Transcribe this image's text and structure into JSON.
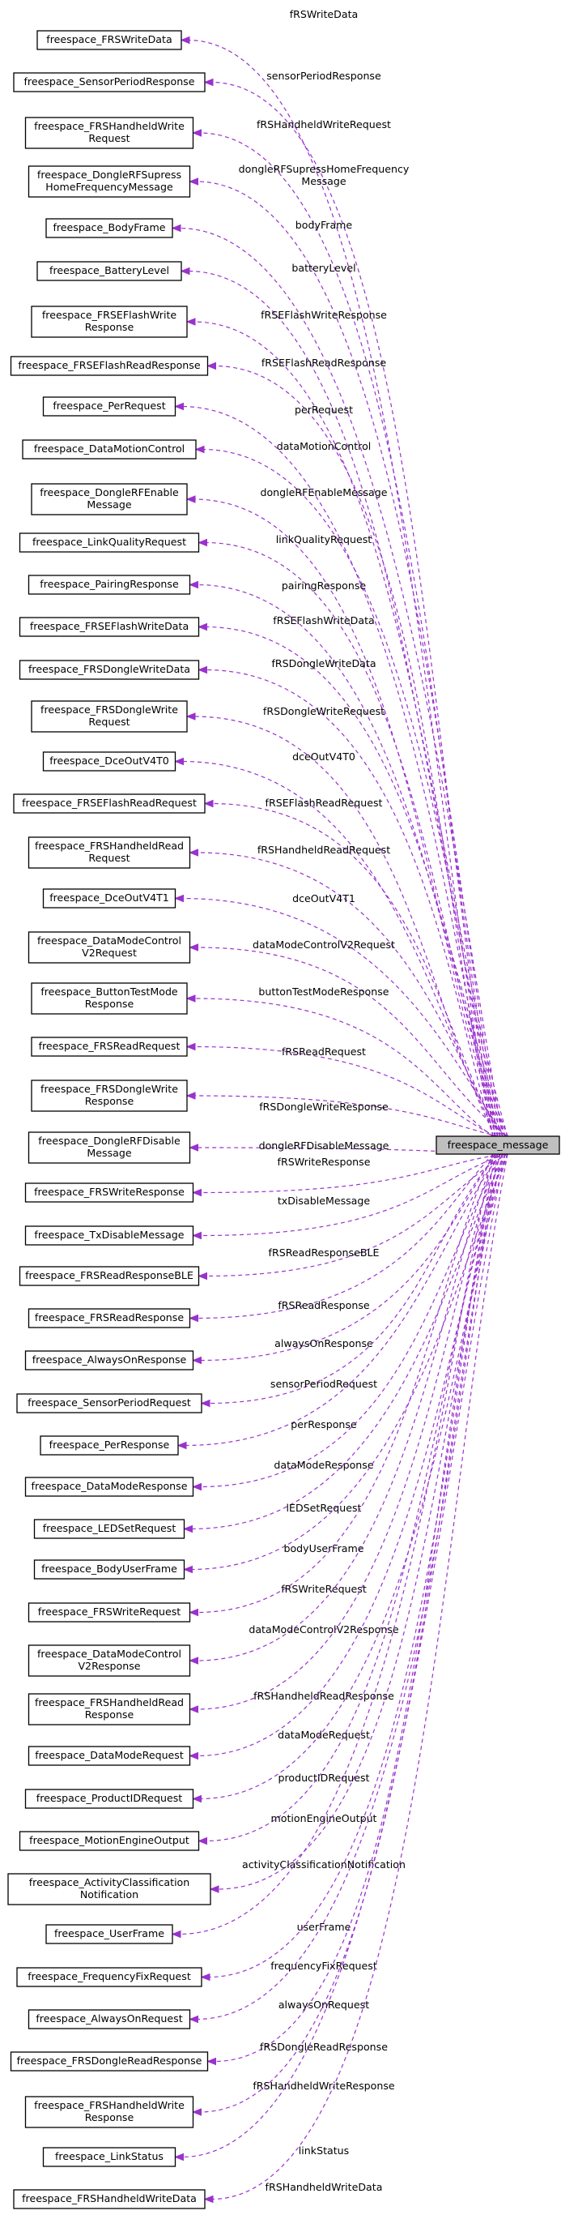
{
  "root": {
    "label": "freespace_message"
  },
  "colors": {
    "edge": "#9a32cd",
    "root_fill": "#bfbfbf",
    "node_fill": "#ffffff",
    "border": "#000000"
  },
  "nodes": [
    {
      "lines": [
        "freespace_FRSWriteData"
      ],
      "edge_label": [
        "fRSWriteData"
      ]
    },
    {
      "lines": [
        "freespace_SensorPeriodResponse"
      ],
      "edge_label": [
        "sensorPeriodResponse"
      ]
    },
    {
      "lines": [
        "freespace_FRSHandheldWrite",
        "Request"
      ],
      "edge_label": [
        "fRSHandheldWriteRequest"
      ]
    },
    {
      "lines": [
        "freespace_DongleRFSupress",
        "HomeFrequencyMessage"
      ],
      "edge_label": [
        "dongleRFSupressHomeFrequency",
        "Message"
      ]
    },
    {
      "lines": [
        "freespace_BodyFrame"
      ],
      "edge_label": [
        "bodyFrame"
      ]
    },
    {
      "lines": [
        "freespace_BatteryLevel"
      ],
      "edge_label": [
        "batteryLevel"
      ]
    },
    {
      "lines": [
        "freespace_FRSEFlashWrite",
        "Response"
      ],
      "edge_label": [
        "fRSEFlashWriteResponse"
      ]
    },
    {
      "lines": [
        "freespace_FRSEFlashReadResponse"
      ],
      "edge_label": [
        "fRSEFlashReadResponse"
      ]
    },
    {
      "lines": [
        "freespace_PerRequest"
      ],
      "edge_label": [
        "perRequest"
      ]
    },
    {
      "lines": [
        "freespace_DataMotionControl"
      ],
      "edge_label": [
        "dataMotionControl"
      ]
    },
    {
      "lines": [
        "freespace_DongleRFEnable",
        "Message"
      ],
      "edge_label": [
        "dongleRFEnableMessage"
      ]
    },
    {
      "lines": [
        "freespace_LinkQualityRequest"
      ],
      "edge_label": [
        "linkQualityRequest"
      ]
    },
    {
      "lines": [
        "freespace_PairingResponse"
      ],
      "edge_label": [
        "pairingResponse"
      ]
    },
    {
      "lines": [
        "freespace_FRSEFlashWriteData"
      ],
      "edge_label": [
        "fRSEFlashWriteData"
      ]
    },
    {
      "lines": [
        "freespace_FRSDongleWriteData"
      ],
      "edge_label": [
        "fRSDongleWriteData"
      ]
    },
    {
      "lines": [
        "freespace_FRSDongleWrite",
        "Request"
      ],
      "edge_label": [
        "fRSDongleWriteRequest"
      ]
    },
    {
      "lines": [
        "freespace_DceOutV4T0"
      ],
      "edge_label": [
        "dceOutV4T0"
      ]
    },
    {
      "lines": [
        "freespace_FRSEFlashReadRequest"
      ],
      "edge_label": [
        "fRSEFlashReadRequest"
      ]
    },
    {
      "lines": [
        "freespace_FRSHandheldRead",
        "Request"
      ],
      "edge_label": [
        "fRSHandheldReadRequest"
      ]
    },
    {
      "lines": [
        "freespace_DceOutV4T1"
      ],
      "edge_label": [
        "dceOutV4T1"
      ]
    },
    {
      "lines": [
        "freespace_DataModeControl",
        "V2Request"
      ],
      "edge_label": [
        "dataModeControlV2Request"
      ]
    },
    {
      "lines": [
        "freespace_ButtonTestMode",
        "Response"
      ],
      "edge_label": [
        "buttonTestModeResponse"
      ]
    },
    {
      "lines": [
        "freespace_FRSReadRequest"
      ],
      "edge_label": [
        "fRSReadRequest"
      ]
    },
    {
      "lines": [
        "freespace_FRSDongleWrite",
        "Response"
      ],
      "edge_label": [
        "fRSDongleWriteResponse"
      ]
    },
    {
      "lines": [
        "freespace_DongleRFDisable",
        "Message"
      ],
      "edge_label": [
        "dongleRFDisableMessage"
      ]
    },
    {
      "lines": [
        "freespace_FRSWriteResponse"
      ],
      "edge_label": [
        "fRSWriteResponse"
      ]
    },
    {
      "lines": [
        "freespace_TxDisableMessage"
      ],
      "edge_label": [
        "txDisableMessage"
      ]
    },
    {
      "lines": [
        "freespace_FRSReadResponseBLE"
      ],
      "edge_label": [
        "fRSReadResponseBLE"
      ]
    },
    {
      "lines": [
        "freespace_FRSReadResponse"
      ],
      "edge_label": [
        "fRSReadResponse"
      ]
    },
    {
      "lines": [
        "freespace_AlwaysOnResponse"
      ],
      "edge_label": [
        "alwaysOnResponse"
      ]
    },
    {
      "lines": [
        "freespace_SensorPeriodRequest"
      ],
      "edge_label": [
        "sensorPeriodRequest"
      ]
    },
    {
      "lines": [
        "freespace_PerResponse"
      ],
      "edge_label": [
        "perResponse"
      ]
    },
    {
      "lines": [
        "freespace_DataModeResponse"
      ],
      "edge_label": [
        "dataModeResponse"
      ]
    },
    {
      "lines": [
        "freespace_LEDSetRequest"
      ],
      "edge_label": [
        "lEDSetRequest"
      ]
    },
    {
      "lines": [
        "freespace_BodyUserFrame"
      ],
      "edge_label": [
        "bodyUserFrame"
      ]
    },
    {
      "lines": [
        "freespace_FRSWriteRequest"
      ],
      "edge_label": [
        "fRSWriteRequest"
      ]
    },
    {
      "lines": [
        "freespace_DataModeControl",
        "V2Response"
      ],
      "edge_label": [
        "dataModeControlV2Response"
      ]
    },
    {
      "lines": [
        "freespace_FRSHandheldRead",
        "Response"
      ],
      "edge_label": [
        "fRSHandheldReadResponse"
      ]
    },
    {
      "lines": [
        "freespace_DataModeRequest"
      ],
      "edge_label": [
        "dataModeRequest"
      ]
    },
    {
      "lines": [
        "freespace_ProductIDRequest"
      ],
      "edge_label": [
        "productIDRequest"
      ]
    },
    {
      "lines": [
        "freespace_MotionEngineOutput"
      ],
      "edge_label": [
        "motionEngineOutput"
      ]
    },
    {
      "lines": [
        "freespace_ActivityClassification",
        "Notification"
      ],
      "edge_label": [
        "activityClassificationNotification"
      ]
    },
    {
      "lines": [
        "freespace_UserFrame"
      ],
      "edge_label": [
        "userFrame"
      ]
    },
    {
      "lines": [
        "freespace_FrequencyFixRequest"
      ],
      "edge_label": [
        "frequencyFixRequest"
      ]
    },
    {
      "lines": [
        "freespace_AlwaysOnRequest"
      ],
      "edge_label": [
        "alwaysOnRequest"
      ]
    },
    {
      "lines": [
        "freespace_FRSDongleReadResponse"
      ],
      "edge_label": [
        "fRSDongleReadResponse"
      ]
    },
    {
      "lines": [
        "freespace_FRSHandheldWrite",
        "Response"
      ],
      "edge_label": [
        "fRSHandheldWriteResponse"
      ]
    },
    {
      "lines": [
        "freespace_LinkStatus"
      ],
      "edge_label": [
        "linkStatus"
      ]
    },
    {
      "lines": [
        "freespace_FRSHandheldWriteData"
      ],
      "edge_label": [
        "fRSHandheldWriteData"
      ]
    }
  ]
}
